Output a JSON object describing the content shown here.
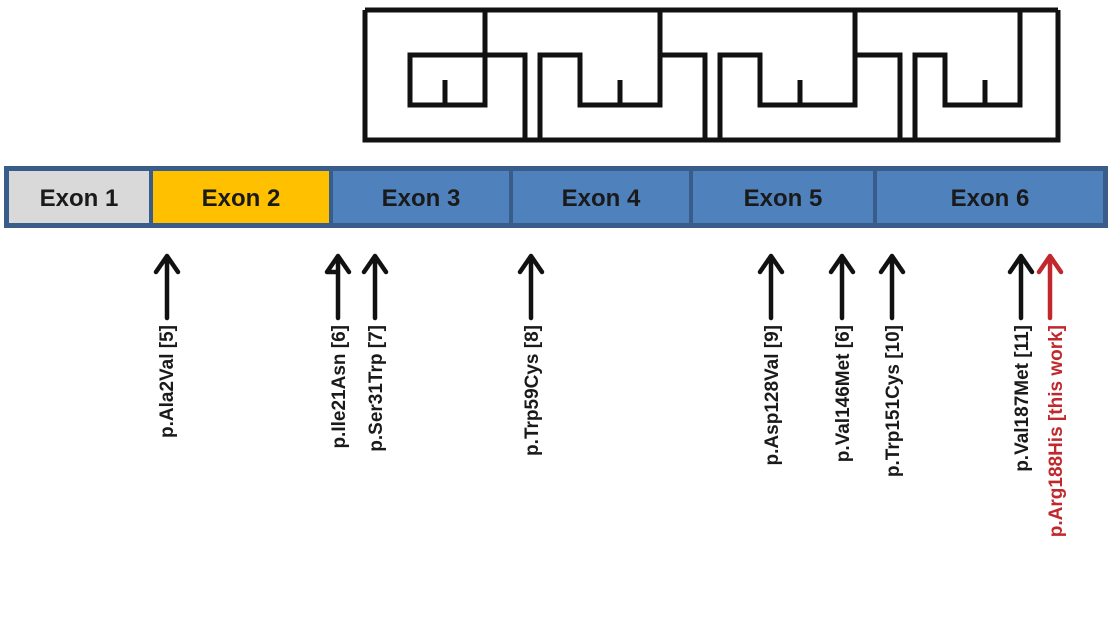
{
  "colors": {
    "exon_default": "#4f81bd",
    "exon_border": "#385d8a",
    "exon1": "#d9d9d9",
    "exon2": "#ffc000",
    "text": "#1a1a1a",
    "highlight": "#c0282d",
    "protein_motif": "#111111"
  },
  "exons": [
    {
      "label": "Exon 1"
    },
    {
      "label": "Exon 2"
    },
    {
      "label": "Exon 3"
    },
    {
      "label": "Exon 4"
    },
    {
      "label": "Exon 5"
    },
    {
      "label": "Exon 6"
    }
  ],
  "mutations": [
    {
      "label": "p.Ala2Val [5]",
      "highlight": false
    },
    {
      "label": "p.Ile21Asn [6]",
      "highlight": false
    },
    {
      "label": "p.Ser31Trp [7]",
      "highlight": false
    },
    {
      "label": "p.Trp59Cys [8]",
      "highlight": false
    },
    {
      "label": "p.Asp128Val [9]",
      "highlight": false
    },
    {
      "label": "p.Val146Met [6]",
      "highlight": false
    },
    {
      "label": "p.Trp151Cys [10]",
      "highlight": false
    },
    {
      "label": "p.Val187Met [11]",
      "highlight": false
    },
    {
      "label": "p.Arg188His [this work]",
      "highlight": true
    }
  ]
}
